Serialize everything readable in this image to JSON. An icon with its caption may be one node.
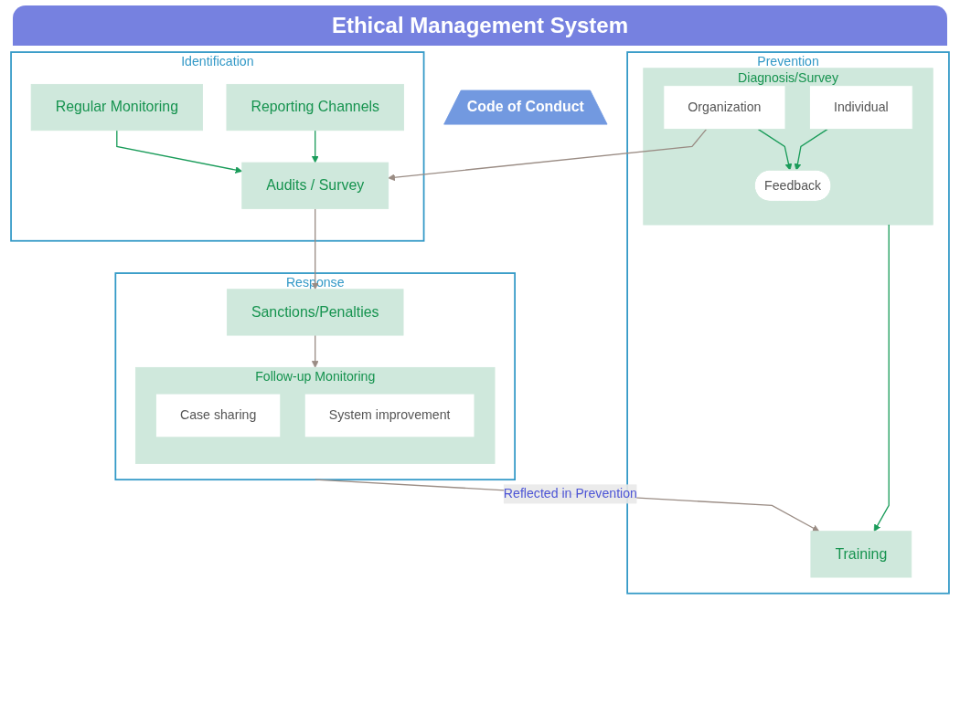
{
  "diagram": {
    "title": "Ethical Management System",
    "nodes": [
      {
        "text": [
          "Code of Conduct"
        ]
      },
      {
        "text": [
          "Prevention"
        ]
      },
      {
        "text": [
          "Diagnosis/Survey"
        ],
        "in": 1
      },
      {
        "text": [
          "Individual"
        ],
        "in": 2
      },
      {
        "text": [
          "Organization"
        ],
        "in": 2
      },
      {
        "text": [
          "Feedback"
        ],
        "in": 2
      },
      {
        "text": [
          "Training"
        ],
        "in": 1
      },
      {
        "text": [
          "Identification"
        ]
      },
      {
        "text": [
          "Reporting Channels"
        ],
        "in": 7
      },
      {
        "text": [
          "Audits / Survey"
        ],
        "in": 7
      },
      {
        "text": [
          "Regular Monitoring"
        ],
        "in": 7
      },
      {
        "text": [
          "Response"
        ]
      },
      {
        "text": [
          "Sanctions/Penalties"
        ],
        "in": 11
      },
      {
        "text": [
          "Follow-up Monitoring"
        ],
        "in": 11
      },
      {
        "text": [
          "Case sharing"
        ],
        "in": 13
      },
      {
        "text": [
          "System improvement"
        ],
        "in": 13
      }
    ],
    "edges": [
      {
        "from": 3,
        "to": 5,
        "arrow": "to"
      },
      {
        "from": 4,
        "to": 5,
        "arrow": "to"
      },
      {
        "from": 2,
        "to": 6,
        "arrow": "to"
      },
      {
        "from": 4,
        "to": 9,
        "arrow": "to",
        "color": "#9a8c84"
      },
      {
        "from": 8,
        "to": 9,
        "arrow": "to"
      },
      {
        "from": 10,
        "to": 9,
        "arrow": "to"
      },
      {
        "from": 9,
        "to": 12,
        "arrow": "to",
        "color": "#9a8c84"
      },
      {
        "from": 12,
        "to": 13,
        "arrow": "to",
        "color": "#9a8c84"
      },
      {
        "from": 11,
        "to": 6,
        "arrow": "to",
        "label": "Reflected in Prevention",
        "color": "#9a8c84"
      }
    ]
  }
}
